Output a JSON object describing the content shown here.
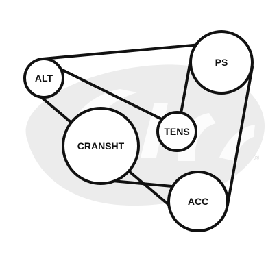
{
  "pulleys": {
    "alt": {
      "label": "ALT"
    },
    "cransht": {
      "label": "CRANSHT"
    },
    "tens": {
      "label": "TENS"
    },
    "ps": {
      "label": "PS"
    },
    "acc": {
      "label": "ACC"
    }
  },
  "colors": {
    "ink": "#111111",
    "watermark": "#ececec"
  },
  "watermark": {
    "logo_text": "Gates",
    "registered_mark": "®"
  }
}
